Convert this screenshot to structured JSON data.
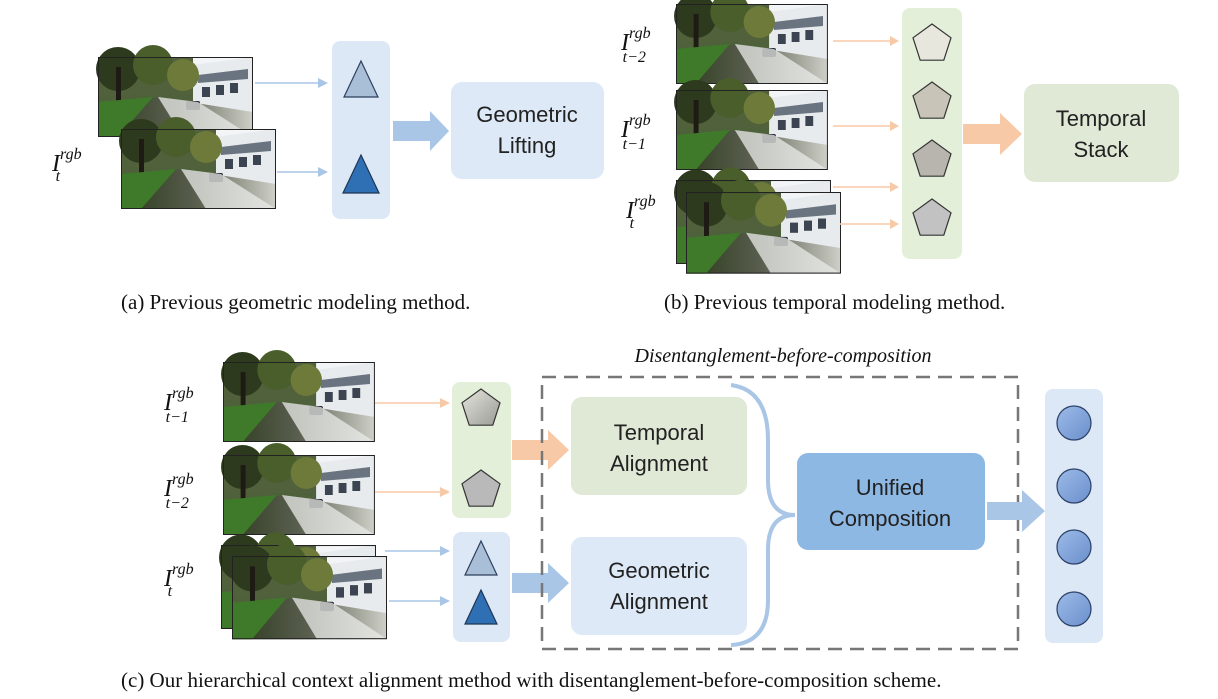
{
  "panel_a": {
    "caption": "(a) Previous geometric modeling method.",
    "frame_label": {
      "base": "I",
      "sup": "rgb",
      "sub": "t"
    },
    "box": {
      "line1": "Geometric",
      "line2": "Lifting"
    }
  },
  "panel_b": {
    "caption": "(b) Previous temporal modeling method.",
    "frame_labels": [
      {
        "base": "I",
        "sup": "rgb",
        "sub": "t−2"
      },
      {
        "base": "I",
        "sup": "rgb",
        "sub": "t−1"
      },
      {
        "base": "I",
        "sup": "rgb",
        "sub": "t"
      }
    ],
    "box": {
      "line1": "Temporal",
      "line2": "Stack"
    }
  },
  "panel_c": {
    "caption": "(c) Our hierarchical context alignment method with disentanglement-before-composition scheme.",
    "scheme_title": "Disentanglement-before-composition",
    "frame_labels": [
      {
        "base": "I",
        "sup": "rgb",
        "sub": "t−1"
      },
      {
        "base": "I",
        "sup": "rgb",
        "sub": "t−2"
      },
      {
        "base": "I",
        "sup": "rgb",
        "sub": "t"
      }
    ],
    "temporal_box": {
      "line1": "Temporal",
      "line2": "Alignment"
    },
    "geometric_box": {
      "line1": "Geometric",
      "line2": "Alignment"
    },
    "unified_box": {
      "line1": "Unified",
      "line2": "Composition"
    }
  },
  "colors": {
    "blue_panel": "#dce8f5",
    "green_panel": "#e3efd8",
    "temporal_box": "#dfe9d6",
    "geometric_box": "#dde9f6",
    "unified_box": "#8db8e4",
    "blue_arrow": "#a9c6e6",
    "orange_arrow": "#f8c9a6",
    "alignment_brown": "#7a4a14",
    "alignment_blue": "#2d4f9a",
    "composition_blue": "#2f66b8",
    "triangle_light": "#a9bfd8",
    "triangle_dark": "#2f6fb3",
    "pentagon_gray": "#b9b9b9",
    "circle_blue": "#7fa4dc"
  }
}
